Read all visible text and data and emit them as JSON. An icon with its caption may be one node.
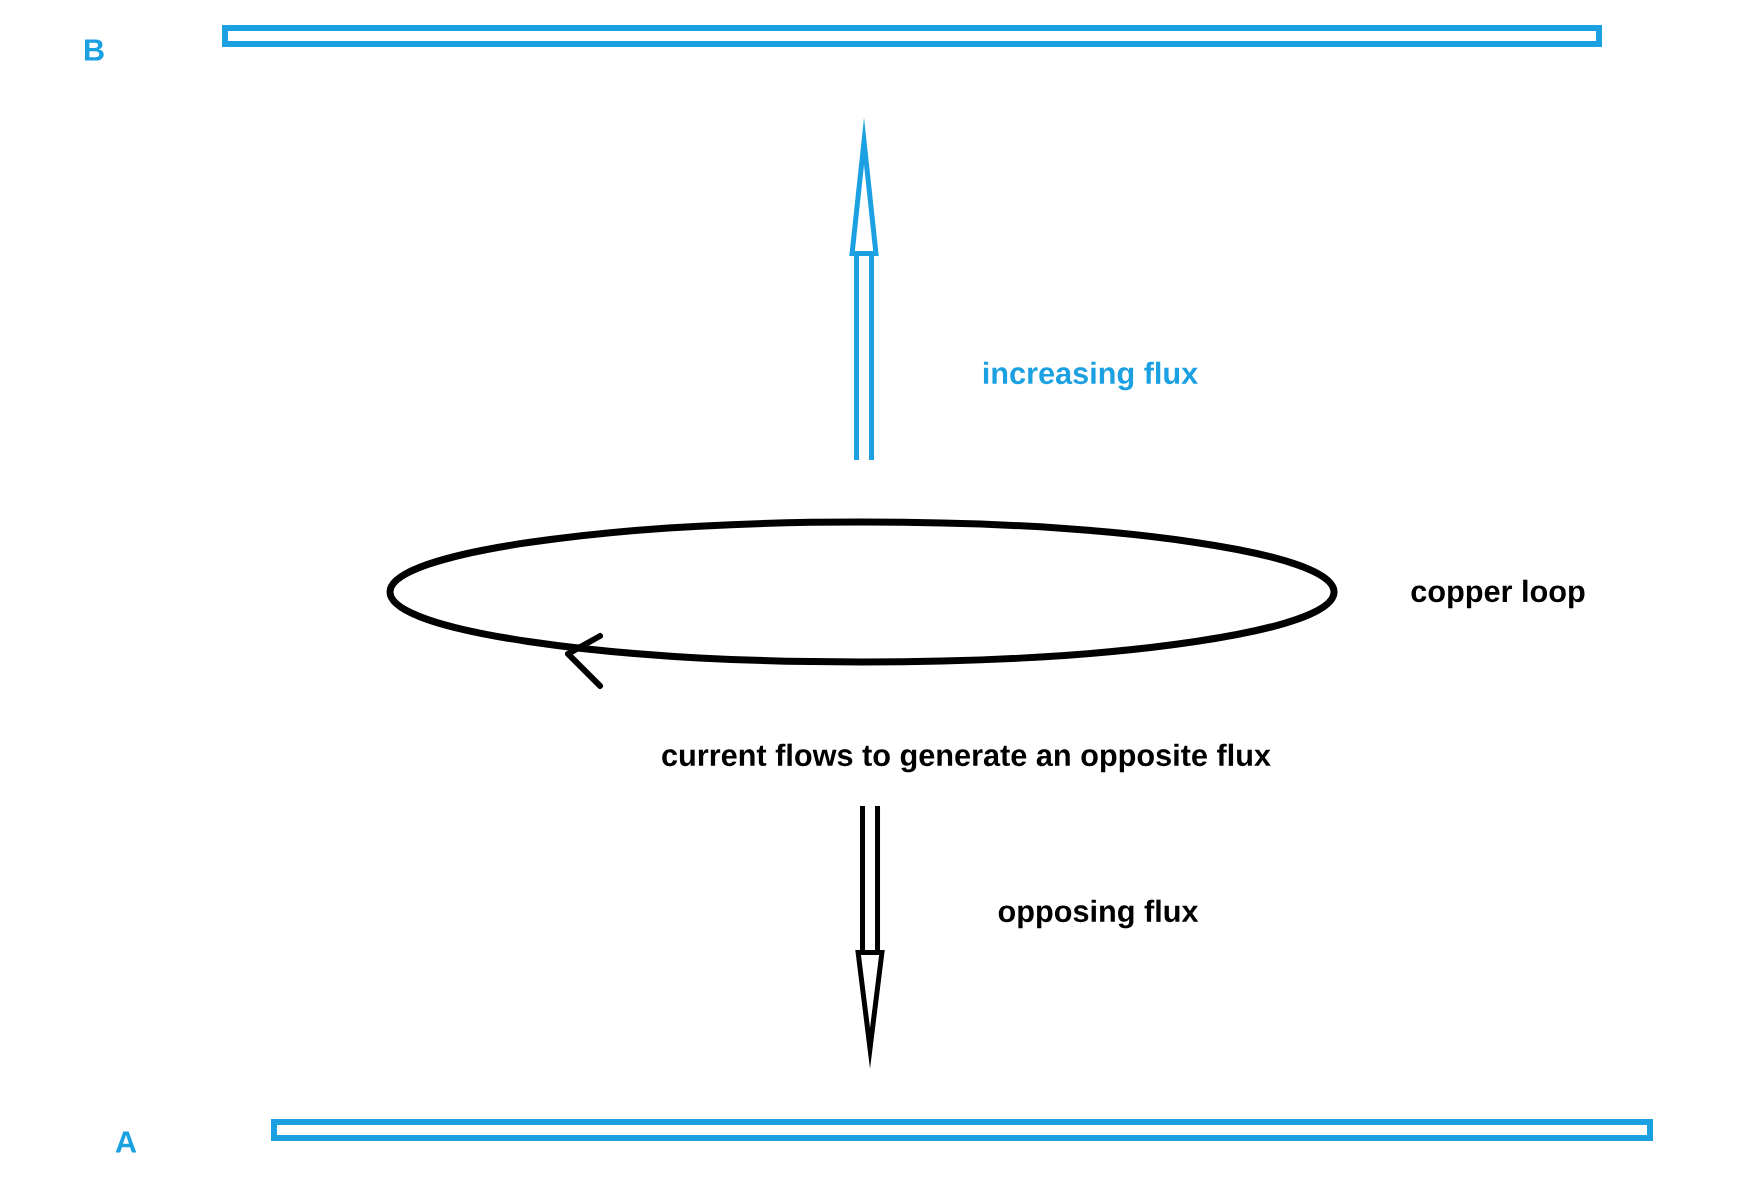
{
  "diagram": {
    "nodes": [
      {
        "text": [],
        "shape": "bar"
      },
      {
        "text": [],
        "shape": "circle",
        "beside": [
          "copper loop"
        ]
      },
      {
        "text": [],
        "shape": "bar"
      }
    ],
    "labels": [
      "B",
      "increasing flux",
      "current flows to generate an opposite flux",
      "opposing flux",
      "A"
    ]
  }
}
